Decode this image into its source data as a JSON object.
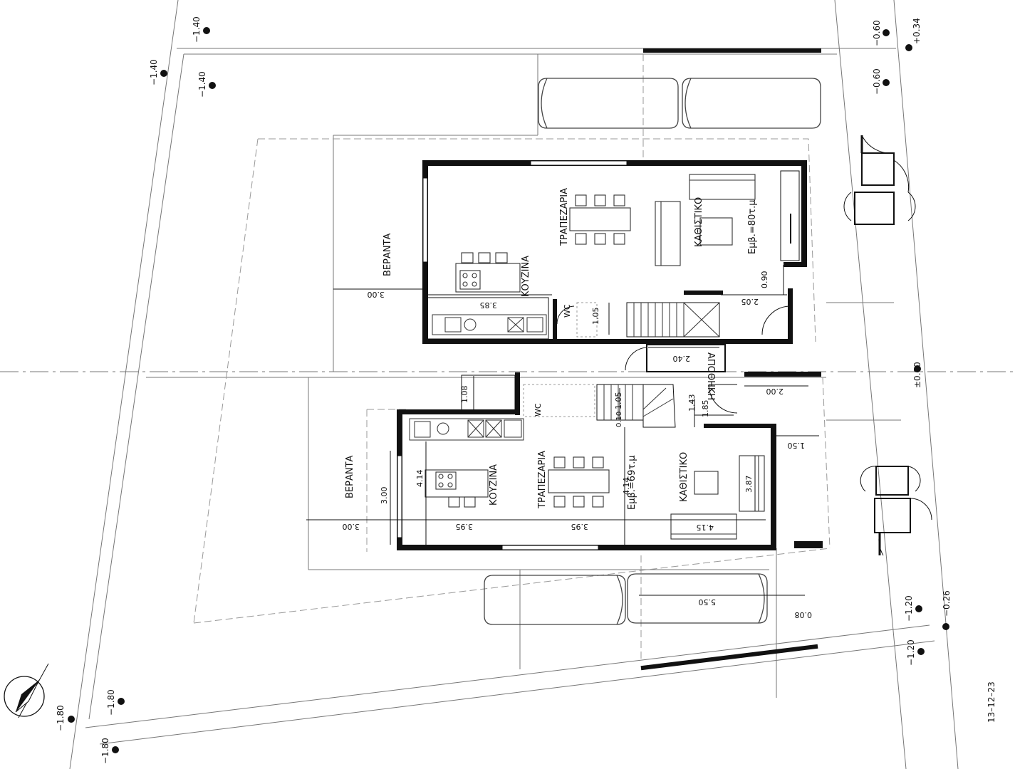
{
  "levels": {
    "tl1": "−1.40",
    "tl2": "−1.40",
    "tl3": "−1.40",
    "tr1": "−0.60",
    "tr2": "+0.34",
    "tr3": "−0.60",
    "right_mid": "±0.00",
    "br1": "−1.20",
    "br2": "−0.26",
    "br3": "−1.20",
    "bl1": "−1.80",
    "bl2": "−1.80",
    "bl3": "−1.80"
  },
  "upper_unit": {
    "veranda": "ΒΕΡΑΝΤΑ",
    "kitchen": "ΚΟΥΖΙΝΑ",
    "dining": "ΤΡΑΠΕΖΑΡΙΑ",
    "living": "ΚΑΘΙΣΤΙΚΟ",
    "area": "Εμβ.=80τ.μ",
    "wc": "WC",
    "storage": "ΑΠΟΘΗΚΗ"
  },
  "lower_unit": {
    "veranda": "ΒΕΡΑΝΤΑ",
    "kitchen": "ΚΟΥΖΙΝΑ",
    "dining": "ΤΡΑΠΕΖΑΡΙΑ",
    "living": "ΚΑΘΙΣΤΙΚΟ",
    "area": "Εμβ.=69τ.μ",
    "wc": "WC"
  },
  "dimensions": {
    "u_veranda": "3.00",
    "u_kitchen": "3.85",
    "u_wc": "1.05",
    "u_stair": "0.90",
    "u_entry": "2.05",
    "storage": "2.40",
    "parking_side": "2.00",
    "l_108": "1.08",
    "l_105": "1.05",
    "l_010": "0.10",
    "l_143": "1.43",
    "l_185": "1.85",
    "l_150": "1.50",
    "l_414a": "4.14",
    "l_414b": "4.14",
    "l_300v": "3.00",
    "l_387": "3.87",
    "l_veranda": "3.00",
    "l_kitchen": "3.95",
    "l_dining": "3.95",
    "l_living": "4.15",
    "car": "5.50",
    "car_off": "0.08"
  },
  "date": "13–12–23"
}
